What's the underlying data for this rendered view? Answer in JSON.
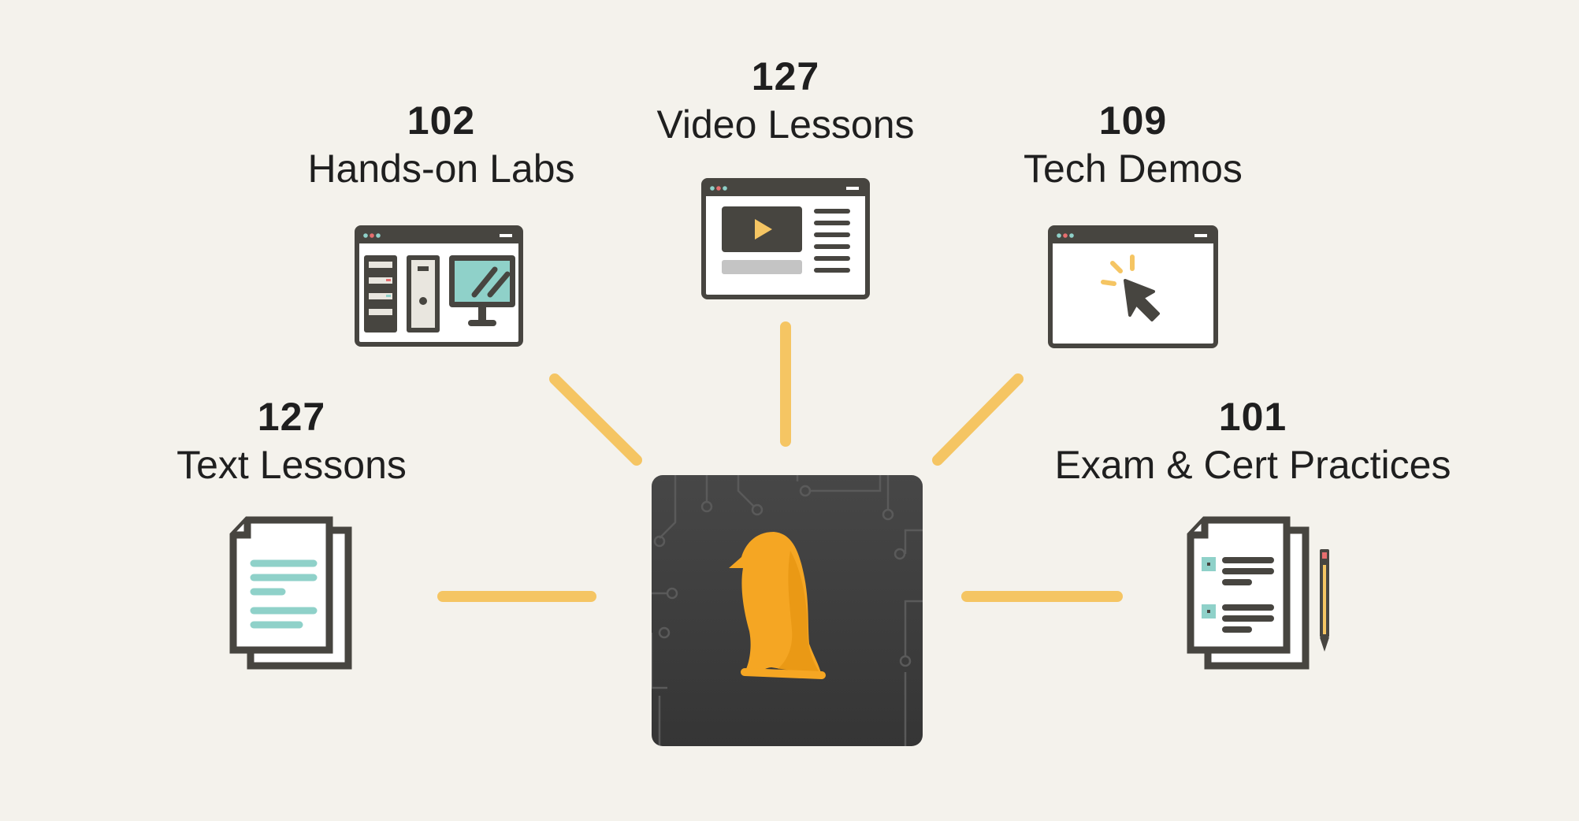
{
  "nodes": {
    "text_lessons": {
      "count": "127",
      "label": "Text Lessons"
    },
    "hands_on_labs": {
      "count": "102",
      "label": "Hands-on Labs"
    },
    "video_lessons": {
      "count": "127",
      "label": "Video Lessons"
    },
    "tech_demos": {
      "count": "109",
      "label": "Tech Demos"
    },
    "exam_cert": {
      "count": "101",
      "label": "Exam & Cert Practices"
    }
  },
  "icons": {
    "text_lessons": "document-stack-icon",
    "hands_on_labs": "browser-lab-icon",
    "video_lessons": "browser-video-icon",
    "tech_demos": "browser-cursor-icon",
    "exam_cert": "exam-sheet-pencil-icon",
    "hub": "penguin-logo-icon"
  },
  "colors": {
    "background": "#f4f2ec",
    "connector": "#f5c563",
    "icon_dark": "#474540",
    "accent_teal": "#8fd1c9",
    "hub_bg": "#3b3b3b",
    "penguin": "#f5a623"
  }
}
